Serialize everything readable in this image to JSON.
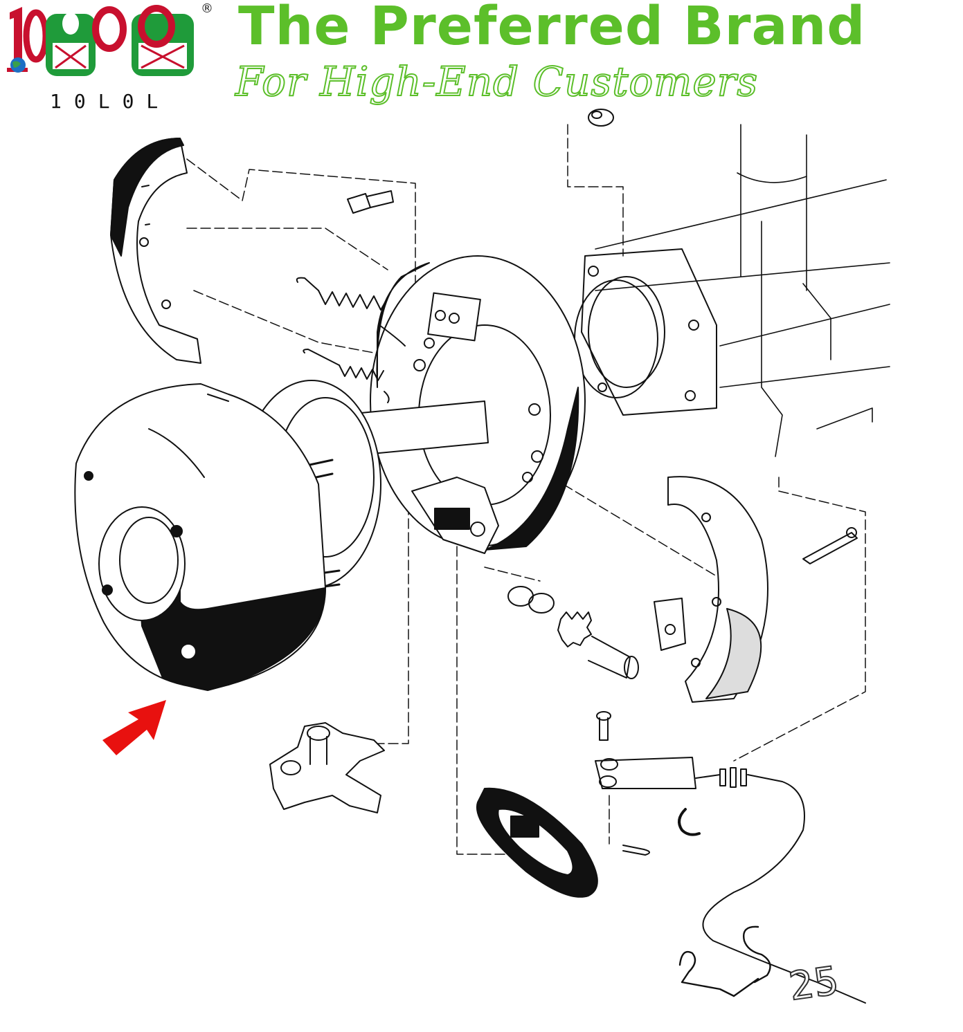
{
  "brand": {
    "logo_caption": "10L0L",
    "registered_mark": "®",
    "headline": "The Preferred Brand",
    "tagline": "For High-End Customers"
  },
  "diagram": {
    "callout_number": "25",
    "colors": {
      "brand_green": "#5cbf2a",
      "logo_red": "#c8102e",
      "logo_green": "#1f9b3a",
      "arrow_red": "#e8110f",
      "ink": "#111111"
    },
    "icons": [
      "brake-drum",
      "brake-shoe",
      "return-spring",
      "backing-plate",
      "axle",
      "adjuster-wheel",
      "lever-bracket",
      "dust-cover",
      "clevis",
      "cable",
      "pointer-arrow"
    ]
  }
}
